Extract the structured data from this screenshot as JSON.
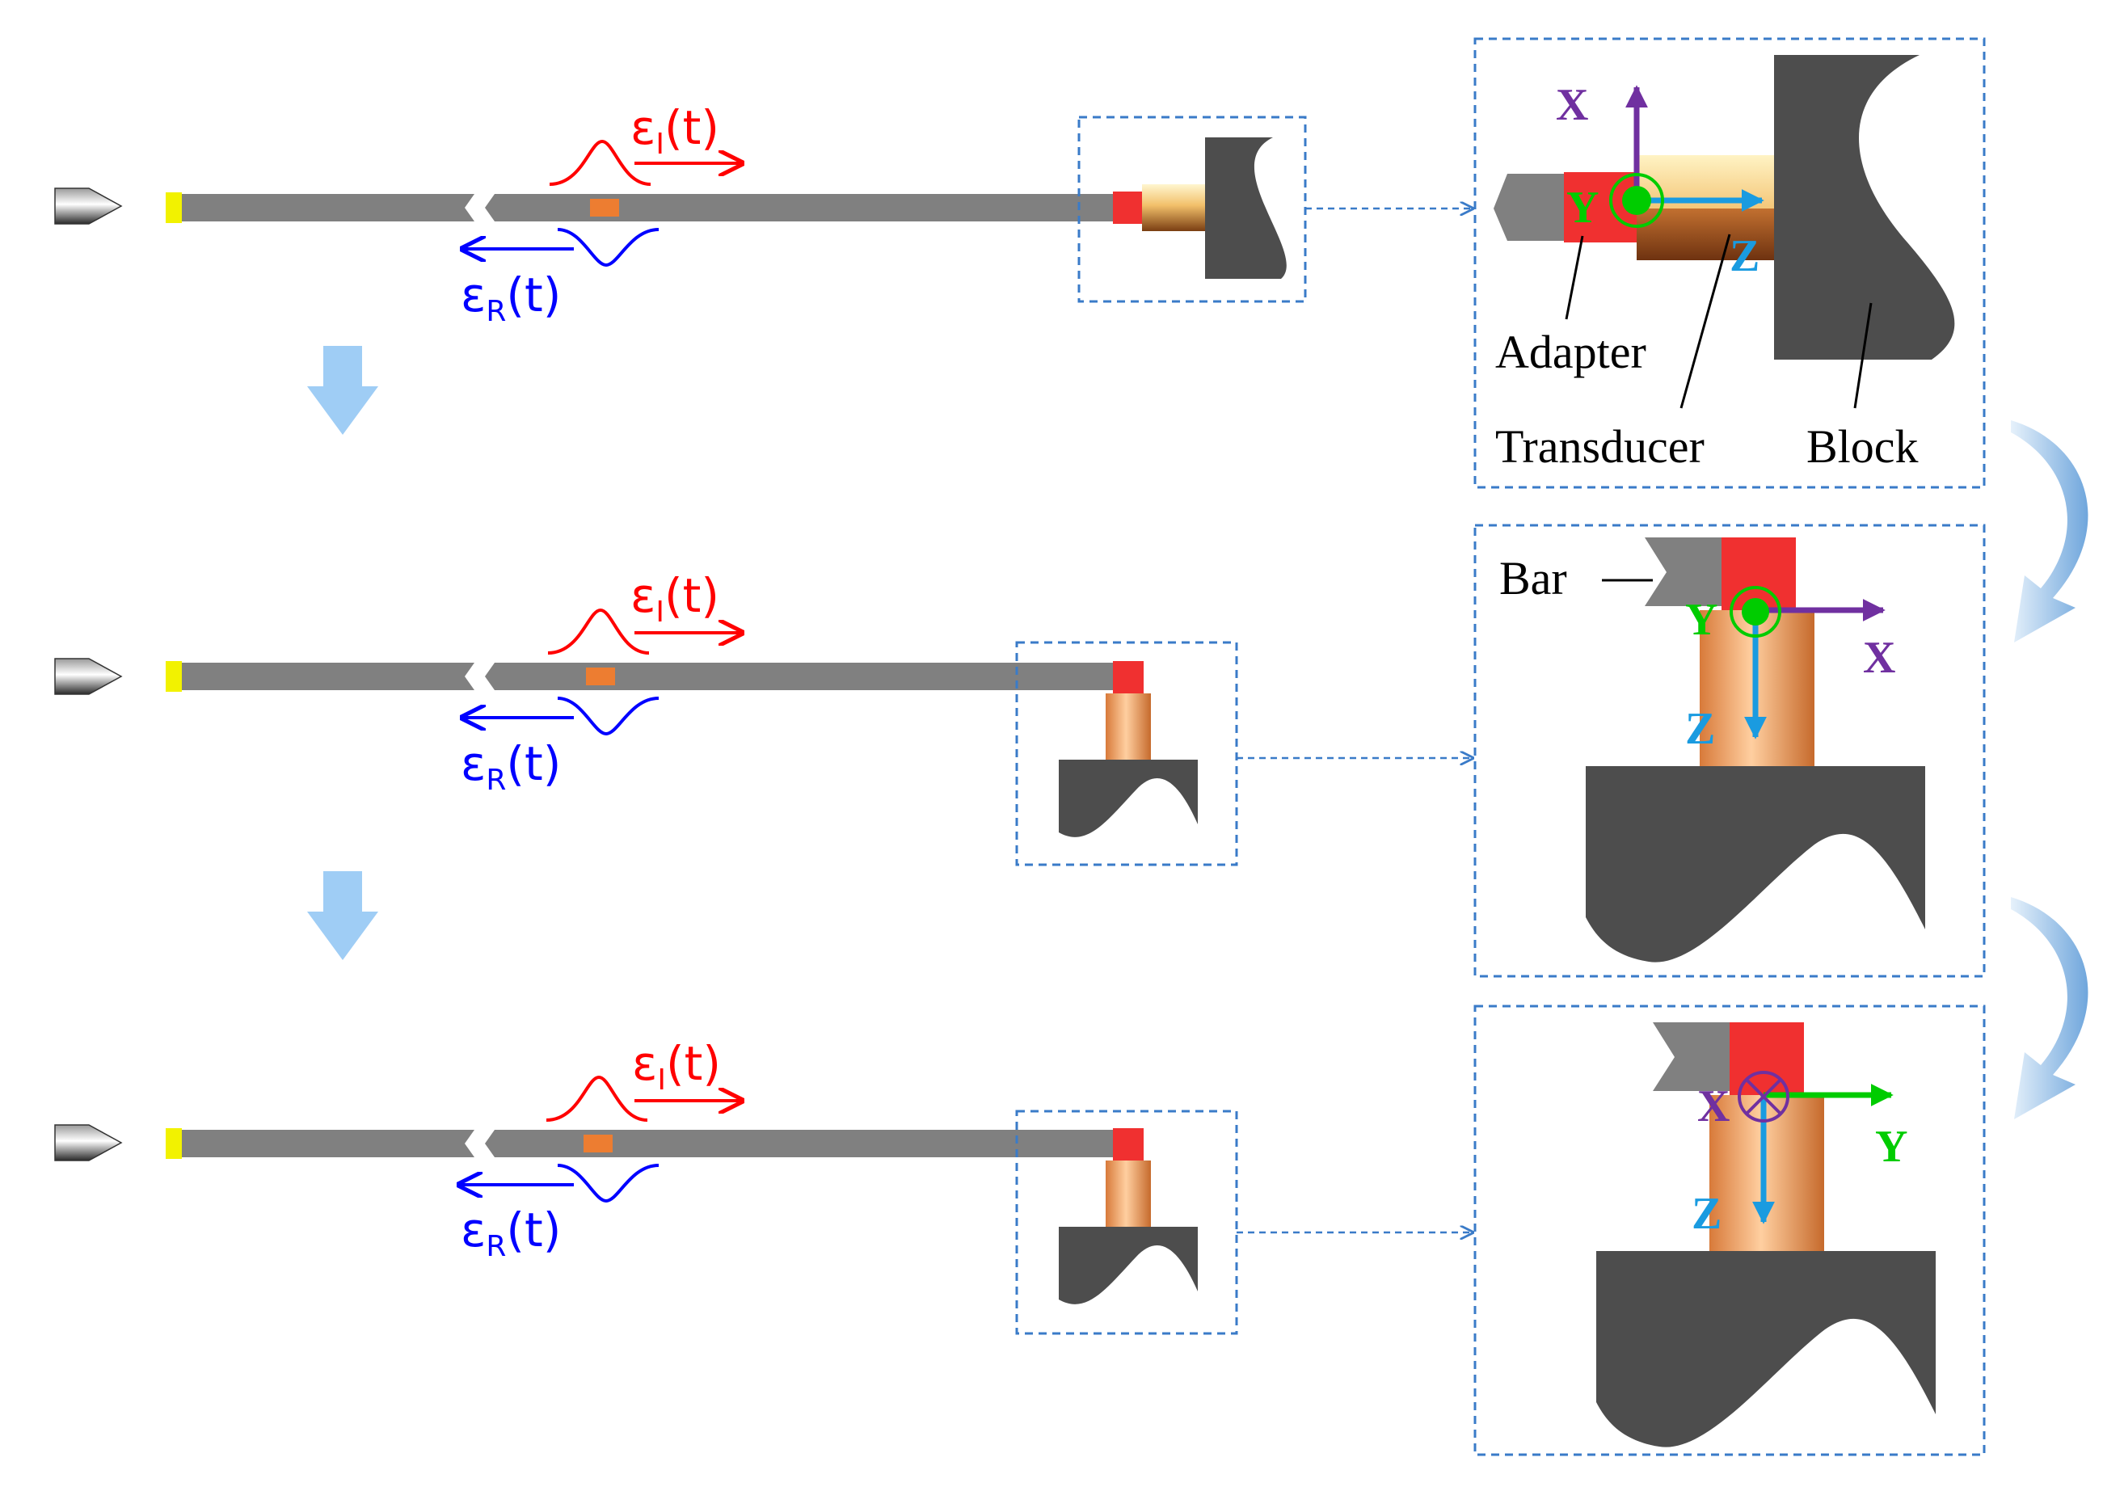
{
  "colors": {
    "bar_gray": "#808080",
    "block_dark": "#4d4d4d",
    "striker_yellow": "#f2f200",
    "adapter_red": "#f03030",
    "gauge_orange": "#ed7d31",
    "incident_red": "#ff0000",
    "reflected_blue": "#0000ff",
    "dash_blue": "#3a7bc8",
    "down_arrow_blue": "#9fcdf5",
    "axis_purple": "#7030a0",
    "axis_green": "#00cc00",
    "axis_blue": "#1a9be0"
  },
  "icons": [
    "projectile-icon",
    "down-arrow-icon",
    "curved-arrow-icon",
    "axis-into-page-icon",
    "axis-out-of-page-icon"
  ],
  "rows": [
    {
      "incident": {
        "base": "ε",
        "sub": "I",
        "arg": "(t)"
      },
      "reflected": {
        "base": "ε",
        "sub": "R",
        "arg": "(t)"
      }
    },
    {
      "incident": {
        "base": "ε",
        "sub": "I",
        "arg": "(t)"
      },
      "reflected": {
        "base": "ε",
        "sub": "R",
        "arg": "(t)"
      }
    },
    {
      "incident": {
        "base": "ε",
        "sub": "I",
        "arg": "(t)"
      },
      "reflected": {
        "base": "ε",
        "sub": "R",
        "arg": "(t)"
      }
    }
  ],
  "details": [
    {
      "axes": {
        "x": "X",
        "y": "Y",
        "z": "Z"
      },
      "labels": {
        "adapter": "Adapter",
        "transducer": "Transducer",
        "block": "Block"
      }
    },
    {
      "axes": {
        "x": "X",
        "y": "Y",
        "z": "Z"
      },
      "labels": {
        "bar": "Bar"
      }
    },
    {
      "axes": {
        "x": "X",
        "y": "Y",
        "z": "Z"
      }
    }
  ]
}
